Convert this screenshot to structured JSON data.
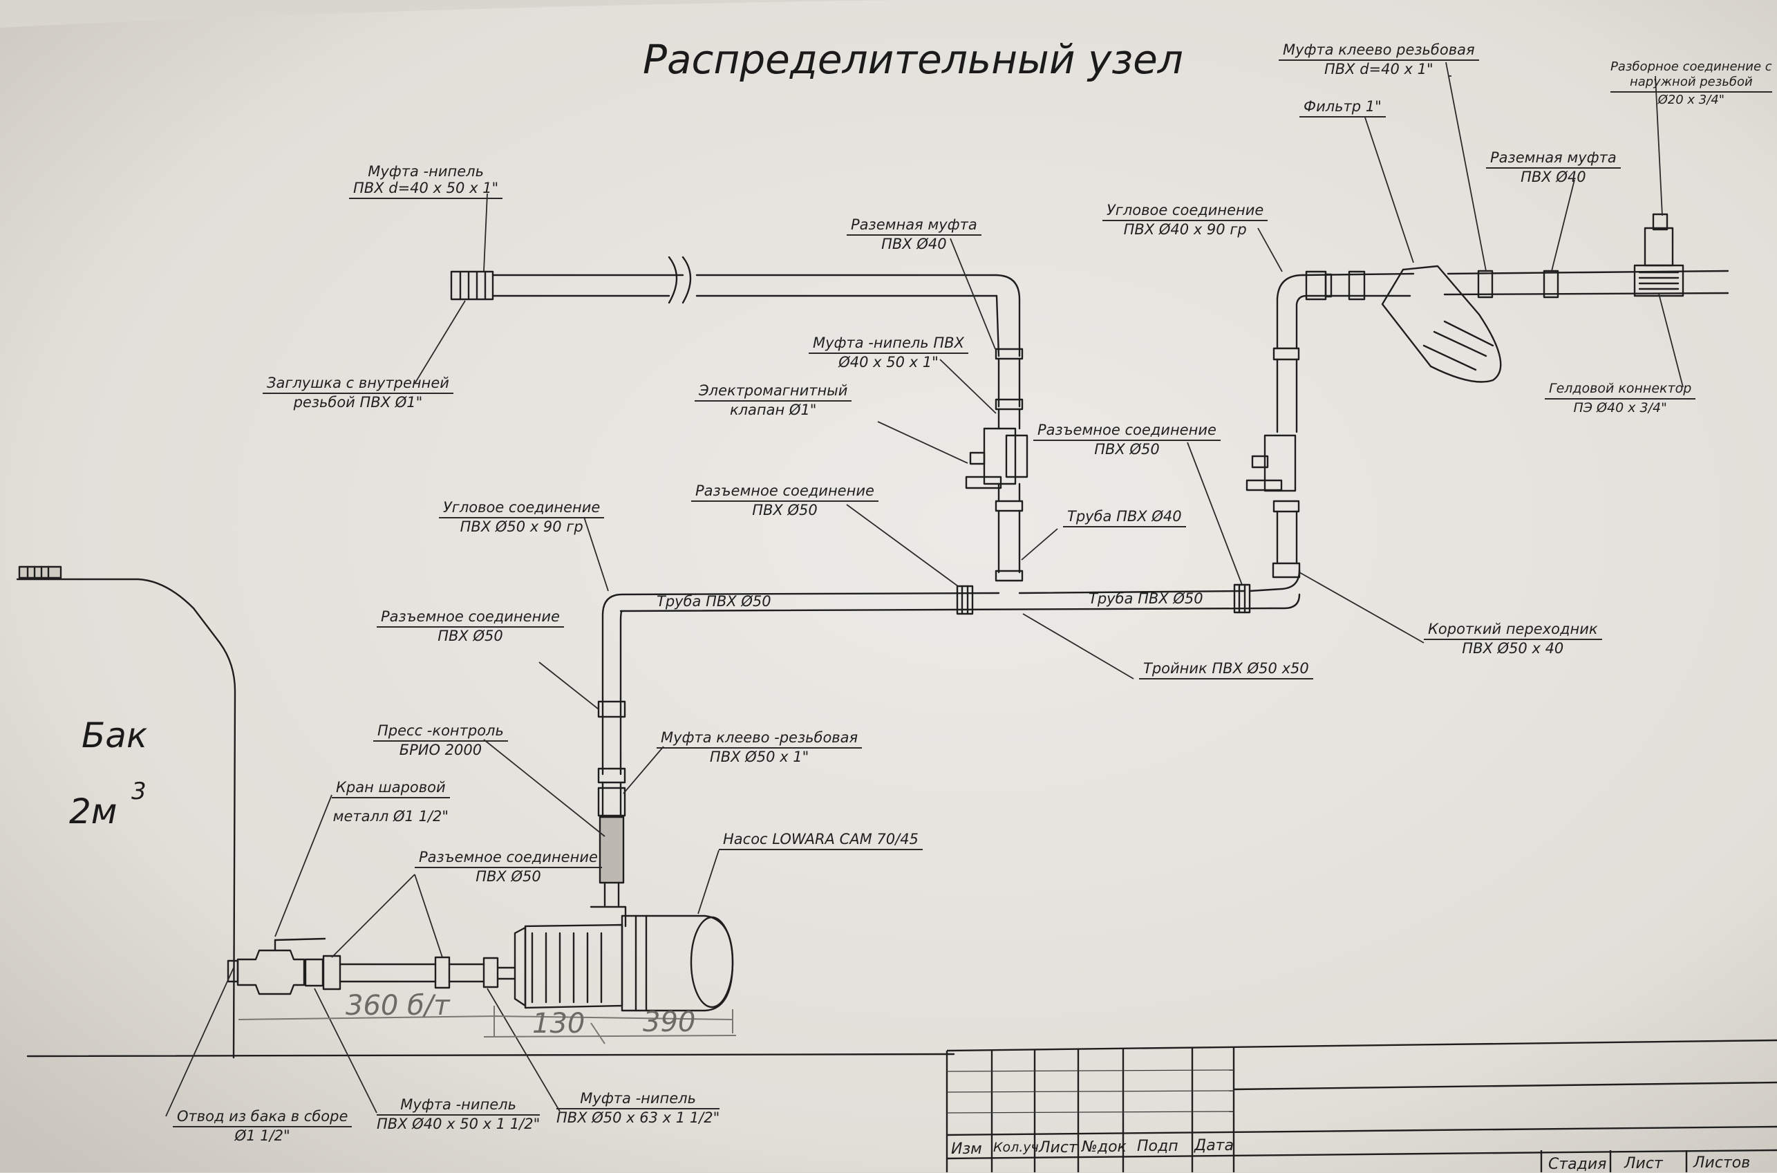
{
  "title": "Распределительный узел",
  "tank": {
    "name": "Бак",
    "volume": "2м",
    "volume_exp": "3"
  },
  "labels": {
    "mufta_nipple_top": [
      "Муфта -нипель",
      "ПВХ d=40 х 50 х 1\""
    ],
    "zaglushka": [
      "Заглушка с внутренней",
      "резьбой ПВХ Ø1\""
    ],
    "razemnaya_mufta_top": [
      "Раземная муфта",
      "ПВХ Ø40"
    ],
    "mufta_nipple_pvc": [
      "Муфта -нипель ПВХ",
      "Ø40 х 50 х 1\""
    ],
    "electromagnetic_valve": [
      "Электромагнитный",
      "клапан Ø1\""
    ],
    "razemnoe_50_center": [
      "Разъемное соединение",
      "ПВХ Ø50"
    ],
    "uglovoe_50": [
      "Угловое соединение",
      "ПВХ Ø50 х 90 гр"
    ],
    "truba_40": "Труба ПВХ Ø40",
    "truba_50_left": "Труба ПВХ Ø50",
    "truba_50_right": "Труба ПВХ Ø50",
    "troinik": "Тройник ПВХ Ø50 х50",
    "razemnoe_50_right": [
      "Разъемное соединение",
      "ПВХ Ø50"
    ],
    "korotkiy": [
      "Короткий переходник",
      "ПВХ Ø50 х 40"
    ],
    "uglovoe_40": [
      "Угловое соединение",
      "ПВХ Ø40 х 90 гр"
    ],
    "mufta_kleevo_top": [
      "Муфта клеево резьбовая",
      "ПВХ d=40 х 1\""
    ],
    "filter": "Фильтр 1\"",
    "razemnaya_mufta_right": [
      "Раземная муфта",
      "ПВХ Ø40"
    ],
    "razbornoe": [
      "Разборное соединение с",
      "наружной резьбой",
      "Ø20 х 3/4\""
    ],
    "gelda_connector": [
      "Гелдовой коннектор",
      "ПЭ Ø40 х 3/4\""
    ],
    "razemnoe_50_left": [
      "Разъемное соединение",
      "ПВХ Ø50"
    ],
    "press_control": [
      "Пресс -контроль",
      "БРИО 2000"
    ],
    "mufta_kleevo_50": [
      "Муфта клеево -резьбовая",
      "ПВХ Ø50 х 1\""
    ],
    "kran": [
      "Кран шаровой",
      "металл Ø1 1/2\""
    ],
    "razemnoe_50_bottom": [
      "Разъемное соединение",
      "ПВХ Ø50"
    ],
    "nasos": "Насос LOWARA CAM 70/45",
    "otvod": [
      "Отвод из бака в сборе",
      "Ø1 1/2\""
    ],
    "mufta_nipple_40_bottom": [
      "Муфта -нипель",
      "ПВХ Ø40 х 50 х 1 1/2\""
    ],
    "mufta_nipple_50_bottom": [
      "Муфта -нипель",
      "ПВХ Ø50 х 63 х 1 1/2\""
    ]
  },
  "handwritten": {
    "dim_360": "360 б/т",
    "dim_130": "130",
    "dim_390": "390"
  },
  "title_block": {
    "columns": [
      "Изм",
      "Кол.уч",
      "Лист",
      "№док",
      "Подп",
      "Дата"
    ],
    "stage": [
      "Стадия",
      "Лист",
      "Листов"
    ]
  },
  "colors": {
    "paper": "#e8e6e1",
    "ink": "#1e1e1e",
    "background": "#d9d6cf"
  }
}
